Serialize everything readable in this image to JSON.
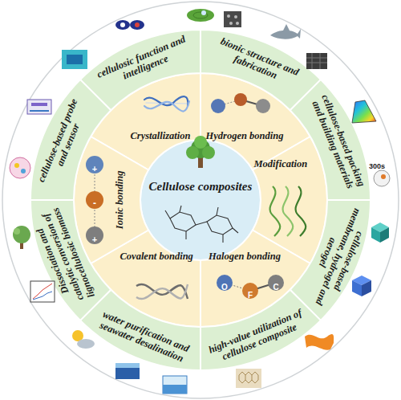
{
  "diagram": {
    "nodes": [
      {
        "text": [
          "Cellulose composites"
        ]
      },
      {
        "text": [
          "Crystallization"
        ]
      },
      {
        "text": [
          "Hydrogen bonding"
        ]
      },
      {
        "text": [
          "Modification"
        ]
      },
      {
        "text": [
          "Halogen bonding"
        ]
      },
      {
        "text": [
          "Covalent bonding"
        ]
      },
      {
        "text": [
          "Ionic bonding"
        ]
      },
      {
        "text": [
          "cellulosic function and intelligence"
        ]
      },
      {
        "text": [
          "bionic structure and fabrication"
        ]
      },
      {
        "text": [
          "cellulose-based packing and building materials"
        ]
      },
      {
        "text": [
          "cellulose-based membrane, hydrogel and aerogel"
        ]
      },
      {
        "text": [
          "high-value utilization of cellulose composite"
        ]
      },
      {
        "text": [
          "water purification and seawater desalination"
        ]
      },
      {
        "text": [
          "Dissociation and catalytic conversion of lignocellulosic biomass"
        ]
      },
      {
        "text": [
          "cellulose-based probe and sensor"
        ]
      }
    ],
    "labels": [
      "+",
      "-",
      "+",
      "O",
      "F",
      "C",
      "300s"
    ]
  }
}
